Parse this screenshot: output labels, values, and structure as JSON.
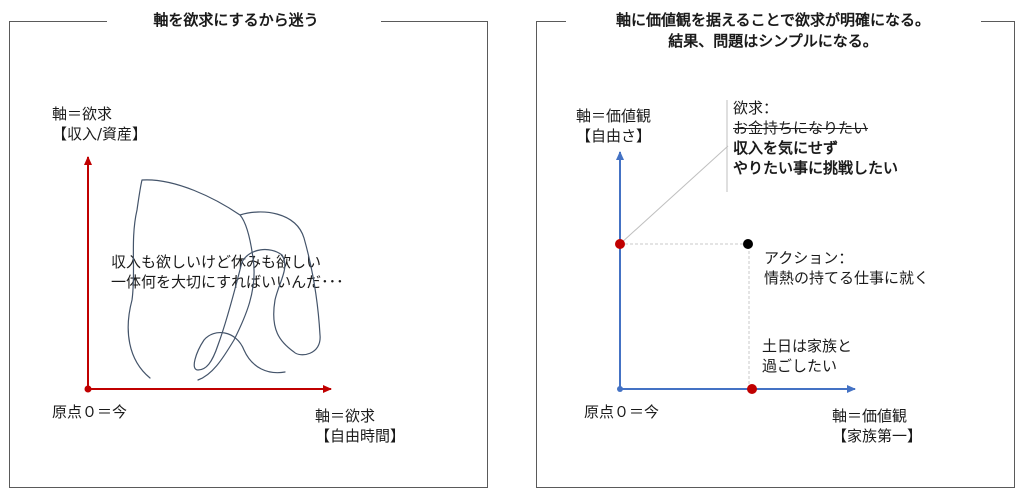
{
  "left_panel": {
    "title": "軸を欲求にするから迷う",
    "y_axis_label_1": "軸＝欲求",
    "y_axis_label_2": "【収入/資産】",
    "origin_label": "原点０＝今",
    "x_axis_label_1": "軸＝欲求",
    "x_axis_label_2": "【自由時間】",
    "thought_line_1": "収入も欲しいけど休みも欲しい",
    "thought_line_2": "一体何を大切にすればいいんだ･･･",
    "axis_color": "#c00000",
    "scribble_color": "#44546a"
  },
  "right_panel": {
    "title_line_1": "軸に価値観を据えることで欲求が明確になる。",
    "title_line_2": "結果、問題はシンプルになる。",
    "y_axis_label_1": "軸＝価値観",
    "y_axis_label_2": "【自由さ】",
    "origin_label": "原点０＝今",
    "x_axis_label_1": "軸＝価値観",
    "x_axis_label_2": "【家族第一】",
    "desire_heading": "欲求：",
    "desire_struck": "お金持ちになりたい",
    "desire_new_1": "収入を気にせず",
    "desire_new_2": "やりたい事に挑戦したい",
    "action_1": "アクション：",
    "action_2": "情熱の持てる仕事に就く",
    "weekend_1": "土日は家族と",
    "weekend_2": "過ごしたい",
    "axis_color": "#4472c4",
    "point_color": "#c00000"
  }
}
